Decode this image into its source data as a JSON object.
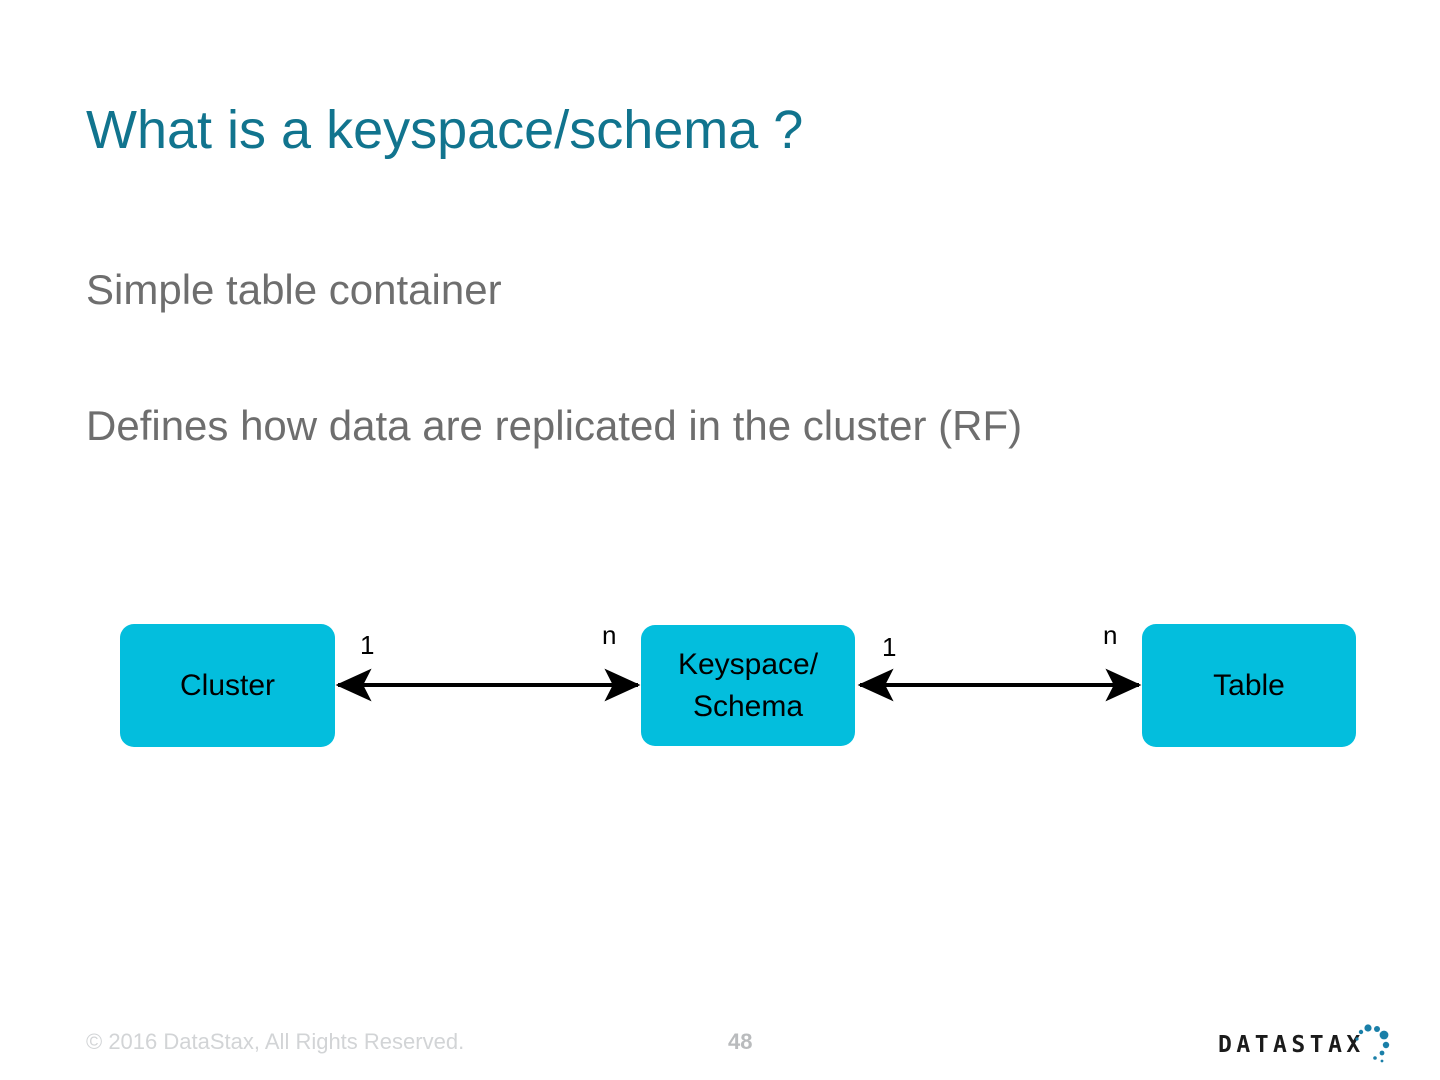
{
  "slide": {
    "title": "What is a keyspace/schema ?",
    "body": [
      "Simple table container",
      "Defines how data are replicated in the cluster (RF)"
    ]
  },
  "diagram": {
    "nodes": [
      {
        "id": "cluster",
        "label": "Cluster"
      },
      {
        "id": "keyspace",
        "label": "Keyspace/\nSchema"
      },
      {
        "id": "table",
        "label": "Table"
      }
    ],
    "connections": [
      {
        "from": "cluster",
        "to": "keyspace",
        "from_cardinality": "1",
        "to_cardinality": "n",
        "style": "double-arrow"
      },
      {
        "from": "keyspace",
        "to": "table",
        "from_cardinality": "1",
        "to_cardinality": "n",
        "style": "double-arrow"
      }
    ]
  },
  "footer": {
    "copyright": "© 2016 DataStax, All Rights Reserved.",
    "page_number": "48",
    "logo_text": "DATASTAX"
  },
  "colors": {
    "title": "#11748e",
    "body_text": "#6e6e6e",
    "node_fill": "#03bedd",
    "node_text": "#000000",
    "arrow": "#000000",
    "footer_text": "#d2d4d6",
    "logo_text": "#1b1b1b",
    "logo_dots": "#1a7fa8",
    "background": "#ffffff"
  }
}
